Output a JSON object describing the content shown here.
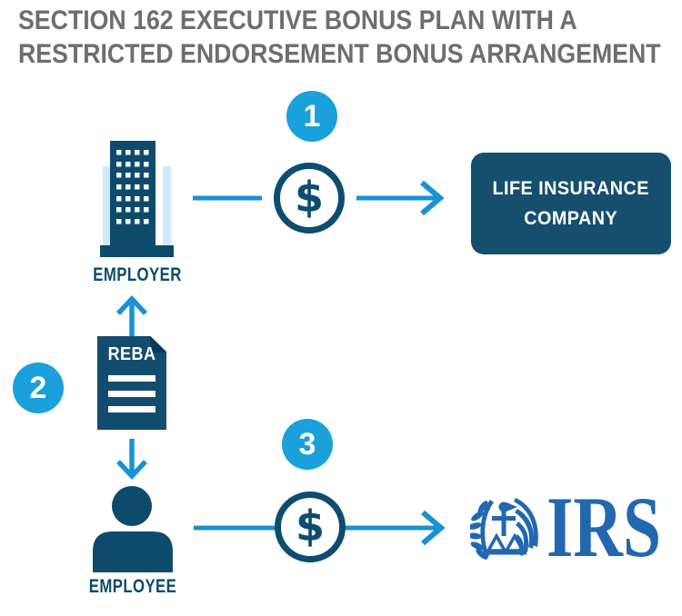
{
  "title": {
    "line1": "SECTION 162 EXECUTIVE BONUS PLAN WITH A",
    "line2": "RESTRICTED ENDORSEMENT BONUS ARRANGEMENT"
  },
  "steps": [
    {
      "number": "1"
    },
    {
      "number": "2"
    },
    {
      "number": "3"
    }
  ],
  "money": {
    "symbol": "$"
  },
  "nodes": {
    "employer": {
      "label": "EMPLOYER",
      "icon": "office-building-icon"
    },
    "employee": {
      "label": "EMPLOYEE",
      "icon": "person-icon"
    },
    "life_insurance_company": {
      "label_line1": "LIFE INSURANCE",
      "label_line2": "COMPANY"
    },
    "reba_document": {
      "label": "REBA",
      "icon": "document-icon"
    },
    "irs": {
      "label": "IRS",
      "icon": "eagle-emblem-icon"
    }
  },
  "icons": {
    "money": "dollar-circle-icon",
    "flow": "arrow-icon"
  },
  "colors": {
    "title_gray": "#6d6e71",
    "navy": "#0d4b6c",
    "box_navy": "#164f6e",
    "badge_blue": "#1aa0db",
    "arrow_blue": "#1792d5",
    "light_blue": "#cfe9f9",
    "irs_blue": "#2268b0"
  }
}
